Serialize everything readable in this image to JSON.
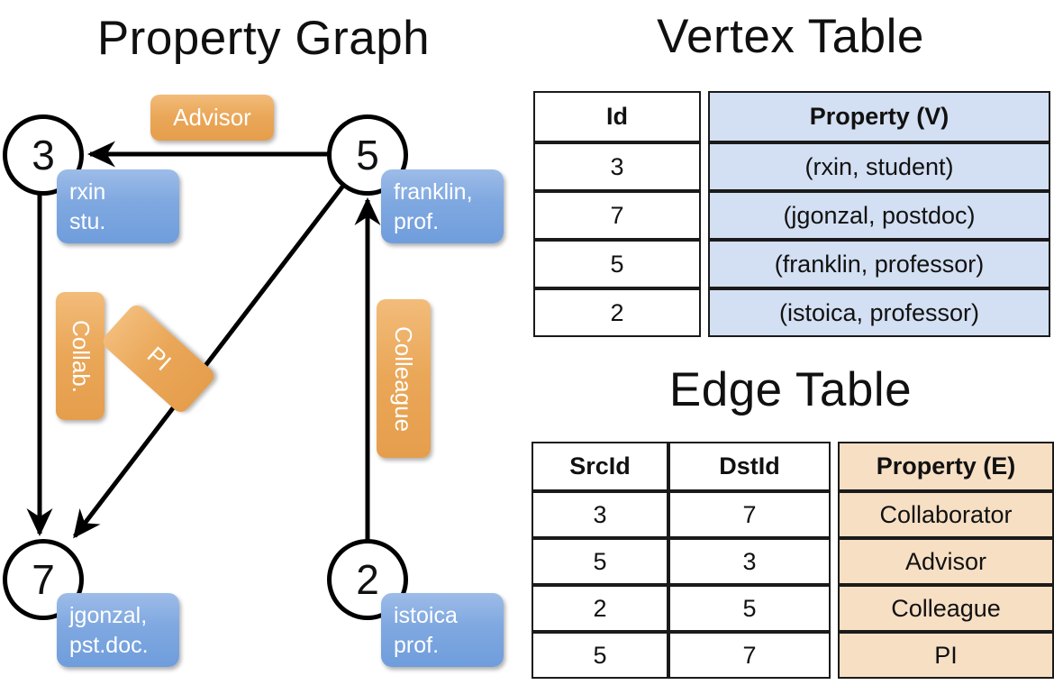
{
  "titles": {
    "property_graph": "Property Graph",
    "vertex_table": "Vertex Table",
    "edge_table": "Edge Table"
  },
  "colors": {
    "vertex_property_fill": "#d3dff2",
    "edge_property_fill": "#f7dfc4",
    "node_box_fill": "#7fa8e0",
    "edge_label_fill": "#eaa758",
    "border": "#1a1a1a",
    "text": "#111111"
  },
  "graph": {
    "nodes": [
      {
        "id": "3",
        "property_line1": "rxin",
        "property_line2": "stu."
      },
      {
        "id": "5",
        "property_line1": "franklin,",
        "property_line2": "prof."
      },
      {
        "id": "7",
        "property_line1": "jgonzal,",
        "property_line2": "pst.doc."
      },
      {
        "id": "2",
        "property_line1": "istoica",
        "property_line2": "prof."
      }
    ],
    "edge_labels": [
      {
        "name": "advisor",
        "text": "Advisor"
      },
      {
        "name": "collab",
        "text": "Collab."
      },
      {
        "name": "pi",
        "text": "PI"
      },
      {
        "name": "colleague",
        "text": "Colleague"
      }
    ]
  },
  "vertex_table": {
    "headers": [
      "Id",
      "Property (V)"
    ],
    "rows": [
      {
        "id": "3",
        "property": "(rxin, student)"
      },
      {
        "id": "7",
        "property": "(jgonzal, postdoc)"
      },
      {
        "id": "5",
        "property": "(franklin, professor)"
      },
      {
        "id": "2",
        "property": "(istoica, professor)"
      }
    ]
  },
  "edge_table": {
    "headers": [
      "SrcId",
      "DstId",
      "Property (E)"
    ],
    "rows": [
      {
        "src": "3",
        "dst": "7",
        "property": "Collaborator"
      },
      {
        "src": "5",
        "dst": "3",
        "property": "Advisor"
      },
      {
        "src": "2",
        "dst": "5",
        "property": "Colleague"
      },
      {
        "src": "5",
        "dst": "7",
        "property": "PI"
      }
    ]
  }
}
